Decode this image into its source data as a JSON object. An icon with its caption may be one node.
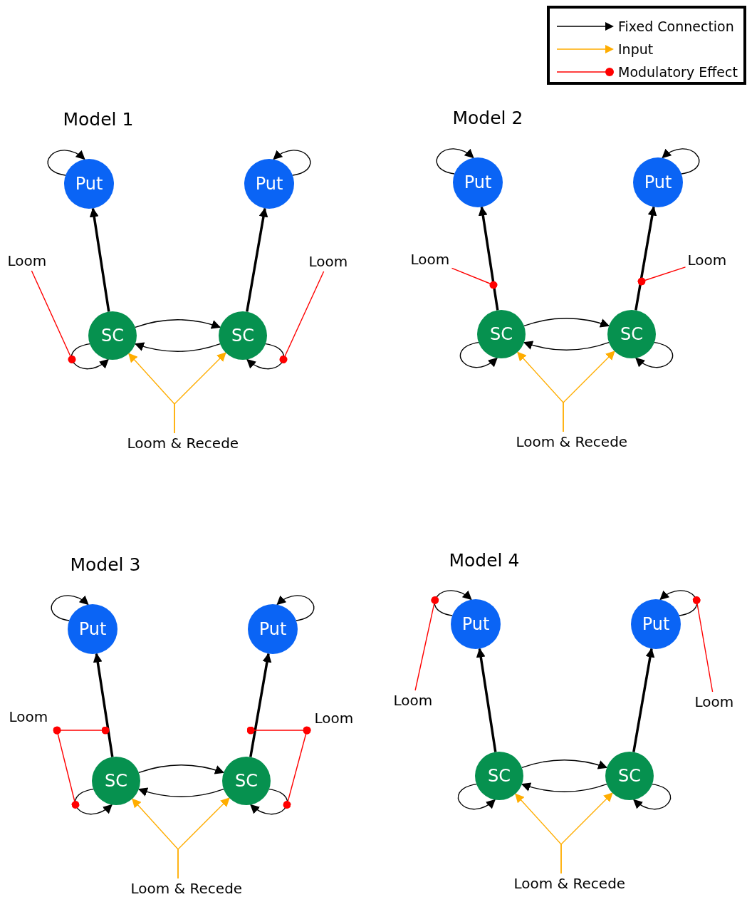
{
  "diagram": {
    "nodes": [
      {
        "text": [
          "Put"
        ]
      },
      {
        "text": [
          "Put"
        ]
      },
      {
        "text": [
          "Loom"
        ]
      },
      {
        "text": [
          "Loom"
        ]
      },
      {
        "text": [
          "SC"
        ]
      },
      {
        "text": [
          "SC"
        ]
      },
      {
        "text": [
          "Loom & Recede"
        ]
      },
      {
        "text": [
          "Put"
        ]
      },
      {
        "text": [
          "Put"
        ]
      },
      {
        "text": [
          "Loom"
        ]
      },
      {
        "text": [
          "Loom"
        ]
      },
      {
        "text": [
          "SC"
        ]
      },
      {
        "text": [
          "SC"
        ]
      },
      {
        "text": [
          "Loom & Recede"
        ]
      },
      {
        "text": [
          "Put"
        ]
      },
      {
        "text": [
          "Put"
        ]
      },
      {
        "text": [
          "Loom"
        ]
      },
      {
        "text": [
          "Loom"
        ]
      },
      {
        "text": [
          "SC"
        ]
      },
      {
        "text": [
          "SC"
        ]
      },
      {
        "text": [
          "Loom & Recede"
        ]
      },
      {
        "text": [
          "Put"
        ]
      },
      {
        "text": [
          "Put"
        ]
      },
      {
        "text": [
          "Loom"
        ]
      },
      {
        "text": [
          "Loom"
        ]
      },
      {
        "text": [
          "SC"
        ]
      },
      {
        "text": [
          "SC"
        ]
      },
      {
        "text": [
          "Loom & Recede"
        ]
      }
    ],
    "edges": [
      {
        "from": 0,
        "to": 0,
        "arrow": "to"
      },
      {
        "from": 1,
        "to": 1,
        "arrow": "to"
      },
      {
        "from": 4,
        "to": 0,
        "arrow": "to",
        "style": "thick"
      },
      {
        "from": 5,
        "to": 1,
        "arrow": "to",
        "style": "thick"
      },
      {
        "from": 4,
        "to": 5,
        "arrow": "to"
      },
      {
        "from": 5,
        "to": 4,
        "arrow": "to"
      },
      {
        "from": 4,
        "to": 4,
        "arrow": "to"
      },
      {
        "from": 5,
        "to": 5,
        "arrow": "to"
      },
      {
        "from": 6,
        "to": 4,
        "arrow": "to",
        "color": "#ffad00"
      },
      {
        "from": 6,
        "to": 5,
        "arrow": "to",
        "color": "#ffad00"
      },
      {
        "from": 2,
        "to": 4,
        "arrow": "other",
        "color": "#ff0000"
      },
      {
        "from": 3,
        "to": 5,
        "arrow": "other",
        "color": "#ff0000"
      },
      {
        "from": 7,
        "to": 7,
        "arrow": "to"
      },
      {
        "from": 8,
        "to": 8,
        "arrow": "to"
      },
      {
        "from": 11,
        "to": 7,
        "arrow": "to",
        "style": "thick"
      },
      {
        "from": 12,
        "to": 8,
        "arrow": "to",
        "style": "thick"
      },
      {
        "from": 11,
        "to": 12,
        "arrow": "to"
      },
      {
        "from": 12,
        "to": 11,
        "arrow": "to"
      },
      {
        "from": 11,
        "to": 11,
        "arrow": "to"
      },
      {
        "from": 12,
        "to": 12,
        "arrow": "to"
      },
      {
        "from": 13,
        "to": 11,
        "arrow": "to",
        "color": "#ffad00"
      },
      {
        "from": 13,
        "to": 12,
        "arrow": "to",
        "color": "#ffad00"
      },
      {
        "from": 9,
        "to": null,
        "arrow": "other",
        "color": "#ff0000"
      },
      {
        "from": 10,
        "to": null,
        "arrow": "other",
        "color": "#ff0000"
      },
      {
        "from": 14,
        "to": 14,
        "arrow": "to"
      },
      {
        "from": 15,
        "to": 15,
        "arrow": "to"
      },
      {
        "from": 18,
        "to": 14,
        "arrow": "to",
        "style": "thick"
      },
      {
        "from": 19,
        "to": 15,
        "arrow": "to",
        "style": "thick"
      },
      {
        "from": 18,
        "to": 19,
        "arrow": "to"
      },
      {
        "from": 19,
        "to": 18,
        "arrow": "to"
      },
      {
        "from": 18,
        "to": 18,
        "arrow": "to"
      },
      {
        "from": 19,
        "to": 19,
        "arrow": "to"
      },
      {
        "from": 20,
        "to": 18,
        "arrow": "to",
        "color": "#ffad00"
      },
      {
        "from": 20,
        "to": 19,
        "arrow": "to",
        "color": "#ffad00"
      },
      {
        "from": 16,
        "to": null,
        "arrow": "other",
        "color": "#ff0000"
      },
      {
        "from": 16,
        "to": 18,
        "arrow": "other",
        "color": "#ff0000"
      },
      {
        "from": 17,
        "to": null,
        "arrow": "other",
        "color": "#ff0000"
      },
      {
        "from": 17,
        "to": 19,
        "arrow": "other",
        "color": "#ff0000"
      },
      {
        "from": 21,
        "to": 21,
        "arrow": "to"
      },
      {
        "from": 22,
        "to": 22,
        "arrow": "to"
      },
      {
        "from": 25,
        "to": 21,
        "arrow": "to",
        "style": "thick"
      },
      {
        "from": 26,
        "to": 22,
        "arrow": "to",
        "style": "thick"
      },
      {
        "from": 25,
        "to": 26,
        "arrow": "to"
      },
      {
        "from": 26,
        "to": 25,
        "arrow": "to"
      },
      {
        "from": 25,
        "to": 25,
        "arrow": "to"
      },
      {
        "from": 26,
        "to": 26,
        "arrow": "to"
      },
      {
        "from": 27,
        "to": 25,
        "arrow": "to",
        "color": "#ffad00"
      },
      {
        "from": 27,
        "to": 26,
        "arrow": "to",
        "color": "#ffad00"
      },
      {
        "from": 23,
        "to": 21,
        "arrow": "other",
        "color": "#ff0000"
      },
      {
        "from": 24,
        "to": 22,
        "arrow": "other",
        "color": "#ff0000"
      }
    ],
    "labels": [
      "Model 1",
      "Model 2",
      "Model 3",
      "Model 4"
    ],
    "legend": [
      {
        "text": "Fixed Connection"
      },
      {
        "text": "Input"
      },
      {
        "text": "Modulatory Effect"
      }
    ]
  }
}
